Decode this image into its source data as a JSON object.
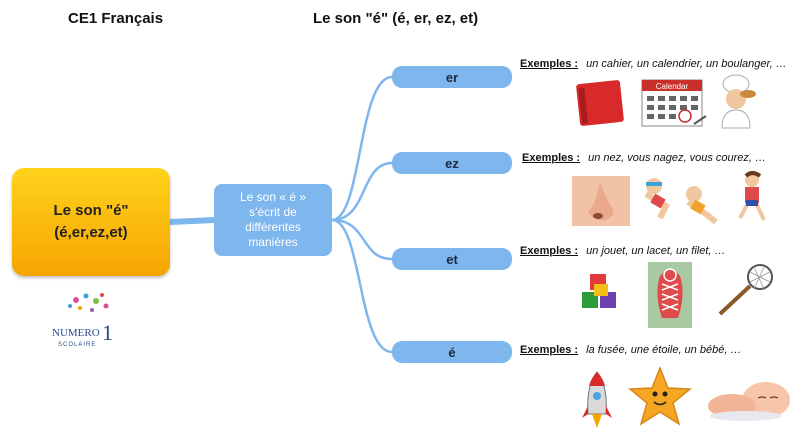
{
  "header": {
    "subject": "CE1 Français",
    "title": "Le son \"é\" (é, er, ez, et)"
  },
  "root": {
    "line1": "Le son \"é\"",
    "line2": "(é,er,ez,et)"
  },
  "center": {
    "line1": "Le son « é »",
    "line2": "s'écrit de",
    "line3": "différentes",
    "line4": "manières"
  },
  "branches": [
    {
      "label": "er",
      "examples_label": "Exemples :",
      "examples": "un cahier, un calendrier, un boulanger, …",
      "pictures": [
        "notebook",
        "calendar",
        "baker"
      ]
    },
    {
      "label": "ez",
      "examples_label": "Exemples :",
      "examples": "un nez, vous nagez, vous courez, …",
      "pictures": [
        "nose",
        "swimming-kids",
        "running-girl"
      ]
    },
    {
      "label": "et",
      "examples_label": "Exemples :",
      "examples": "un jouet, un lacet, un filet, …",
      "pictures": [
        "toy-blocks",
        "shoelace",
        "fishing-net"
      ]
    },
    {
      "label": "é",
      "examples_label": "Exemples :",
      "examples": "la fusée, une étoile, un bébé, …",
      "pictures": [
        "rocket",
        "star",
        "baby"
      ]
    }
  ],
  "calendar_word": "Calendar",
  "logo": {
    "word": "NUMERO",
    "digit": "1",
    "sub": "SCOLAIRE"
  },
  "colors": {
    "branch": "#7eb6ee",
    "link": "#7eb6ee",
    "root_top": "#ffd31c",
    "root_bottom": "#f6a400"
  }
}
